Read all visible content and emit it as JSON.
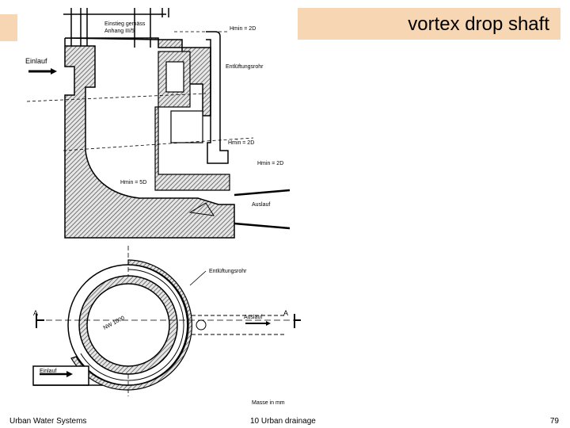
{
  "slide": {
    "title": "vortex drop shaft",
    "footer_left": "Urban Water Systems",
    "footer_center": "10 Urban drainage",
    "page_number": "79"
  },
  "diagram": {
    "label_einstieg_1": "Einstieg gemäss",
    "label_einstieg_2": "Anhang III/5",
    "label_hmin_top": "Hmin = 2D",
    "label_einlauf": "Einlauf",
    "label_entlueftung": "Entlüftungsrohr",
    "label_hmin_mid": "Hmin = 2D",
    "label_hmin_right": "Hmin = 2D",
    "label_hmin_left": "Hmin = 5D",
    "label_auslauf": "Auslauf",
    "label_entlueftungsrohr_plan": "Entlüftungsrohr",
    "label_section_a_left": "A",
    "label_section_a_right": "A",
    "label_nw": "NW 1000",
    "label_auslauf_plan": "Auslauf",
    "label_einlauf_plan": "Einlauf",
    "label_masse": "Masse in mm"
  }
}
